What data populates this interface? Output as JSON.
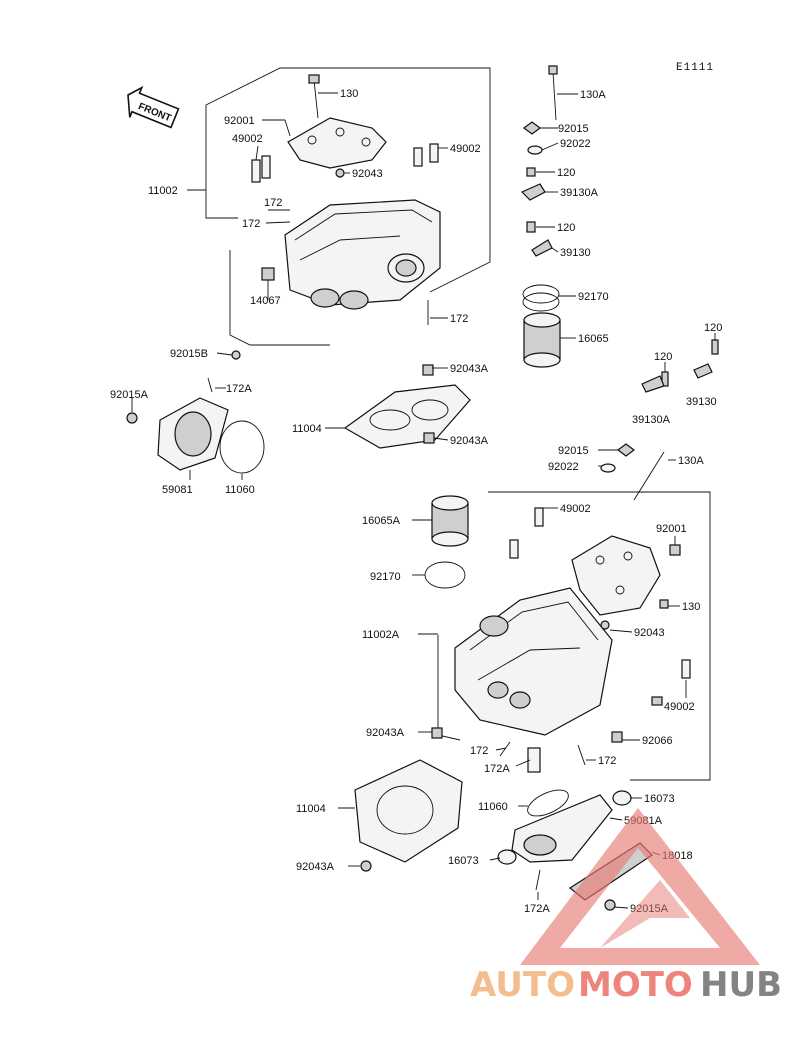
{
  "diagram_code": "E1111",
  "front_arrow_label": "FRONT",
  "watermark": {
    "part1": "AUTO",
    "part2": "MOTO",
    "part3": "HUB",
    "color_light": "#f0b090",
    "color_mid": "#e8786a",
    "color_dark": "#6a6a6a"
  },
  "labels": {
    "p130_top": "130",
    "p92001_top": "92001",
    "p49002_tl": "49002",
    "p49002_tr": "49002",
    "p11002": "11002",
    "p92043_top": "92043",
    "p172_a": "172",
    "p172_b": "172",
    "p14067": "14067",
    "p172_c": "172",
    "p92015b": "92015B",
    "p92043a_1": "92043A",
    "p172a_left": "172A",
    "p92015a_left": "92015A",
    "p11004_top": "11004",
    "p92043a_2": "92043A",
    "p59081": "59081",
    "p11060_top": "11060",
    "p130a_top": "130A",
    "p92015_top": "92015",
    "p92022_top": "92022",
    "p120_1": "120",
    "p39130a_top": "39130A",
    "p120_2": "120",
    "p39130_top": "39130",
    "p92170_top": "92170",
    "p16065": "16065",
    "p120_r1": "120",
    "p120_r2": "120",
    "p39130a_r": "39130A",
    "p39130_r": "39130",
    "p92015_mid": "92015",
    "p92022_mid": "92022",
    "p130a_mid": "130A",
    "p49002_mid": "49002",
    "p92001_mid": "92001",
    "p16065a": "16065A",
    "p92170_mid": "92170",
    "p130_mid": "130",
    "p92043_mid": "92043",
    "p11002a": "11002A",
    "p49002_rt": "49002",
    "p92066": "92066",
    "p92043a_3": "92043A",
    "p172_d": "172",
    "p172a_mid": "172A",
    "p172_e": "172",
    "p11004_bot": "11004",
    "p11060_bot": "11060",
    "p16073_r": "16073",
    "p59081a": "59081A",
    "p18018": "18018",
    "p16073_l": "16073",
    "p92043a_4": "92043A",
    "p172a_bot": "172A",
    "p92015a_bot": "92015A"
  }
}
